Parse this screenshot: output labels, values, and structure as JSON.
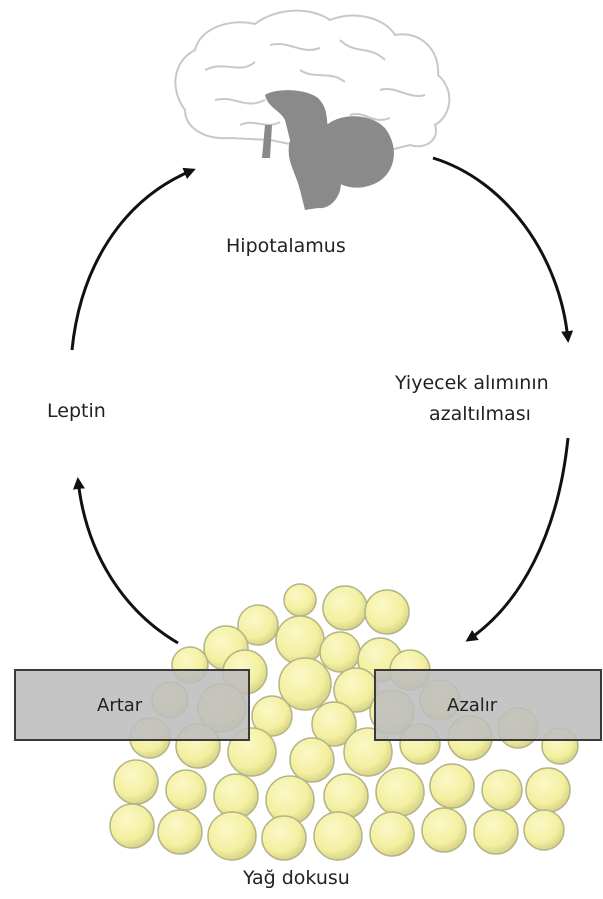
{
  "diagram": {
    "top_label": "Hipotalamus",
    "left_label": "Leptin",
    "right_label_line1": "Yiyecek alımının",
    "right_label_line2": "azaltılması",
    "bottom_label": "Yağ dokusu",
    "left_box_label": "Artar",
    "right_box_label": "Azalır"
  },
  "colors": {
    "brain_outline": "#c8c8c8",
    "brain_stem": "#8a8a8a",
    "fat_cell_fill": "#f3f0a0",
    "fat_cell_edge": "#b4b486",
    "box_fill": "#bdbdbd",
    "box_edge": "#3a3a3a",
    "arrow": "#111111"
  },
  "icons": {
    "brain": "brain-icon",
    "fat_tissue": "adipose-tissue-icon"
  }
}
